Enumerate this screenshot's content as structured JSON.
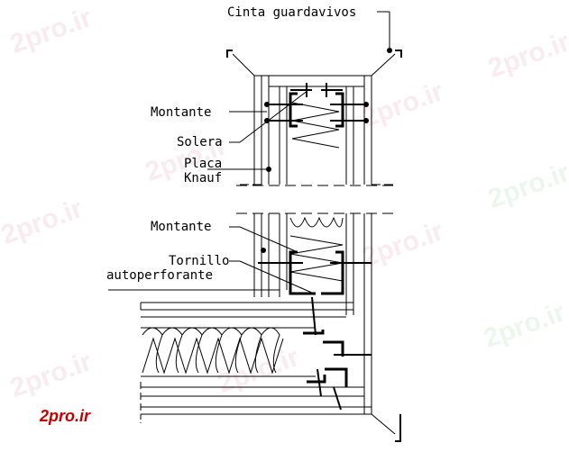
{
  "labels": {
    "cinta": "Cinta guardavivos",
    "montante_top": "Montante",
    "solera": "Solera",
    "placa_line1": "Placa",
    "placa_line2": "Knauf",
    "montante_bottom": "Montante",
    "tornillo_line1": "Tornillo",
    "tornillo_line2": "autoperforante"
  },
  "watermark_text": "2pro.ir",
  "brand_text": "2pro.ir",
  "colors": {
    "line": "#000000",
    "brand": "#c40000",
    "watermark_pink": "#e8a6b8",
    "watermark_green": "#a8dcb0"
  }
}
